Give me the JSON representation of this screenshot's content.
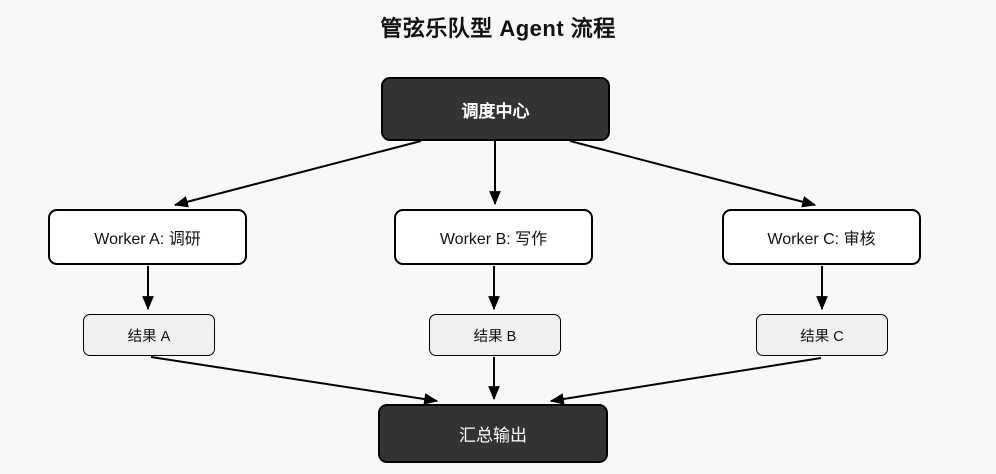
{
  "title": "管弦乐队型 Agent 流程",
  "nodes": {
    "dispatcher": {
      "label": "调度中心",
      "type": "dispatcher-dark"
    },
    "workerA": {
      "label": "Worker A: 调研",
      "type": "worker"
    },
    "workerB": {
      "label": "Worker B: 写作",
      "type": "worker"
    },
    "workerC": {
      "label": "Worker C: 审核",
      "type": "worker"
    },
    "resultA": {
      "label": "结果 A",
      "type": "result"
    },
    "resultB": {
      "label": "结果 B",
      "type": "result"
    },
    "resultC": {
      "label": "结果 C",
      "type": "result"
    },
    "aggregator": {
      "label": "汇总输出",
      "type": "aggregator-dark"
    }
  },
  "edges": [
    {
      "from": "dispatcher",
      "to": "workerA"
    },
    {
      "from": "dispatcher",
      "to": "workerB"
    },
    {
      "from": "dispatcher",
      "to": "workerC"
    },
    {
      "from": "workerA",
      "to": "resultA"
    },
    {
      "from": "workerB",
      "to": "resultB"
    },
    {
      "from": "workerC",
      "to": "resultC"
    },
    {
      "from": "resultA",
      "to": "aggregator"
    },
    {
      "from": "resultB",
      "to": "aggregator"
    },
    {
      "from": "resultC",
      "to": "aggregator"
    }
  ],
  "colors": {
    "background": "#f8f8f8",
    "dark_node_fill": "#333333",
    "dark_node_text": "#ffffff",
    "worker_node_fill": "#ffffff",
    "result_node_fill": "#f0f0f0",
    "border": "#000000",
    "arrow": "#000000",
    "title_text": "#111111"
  }
}
